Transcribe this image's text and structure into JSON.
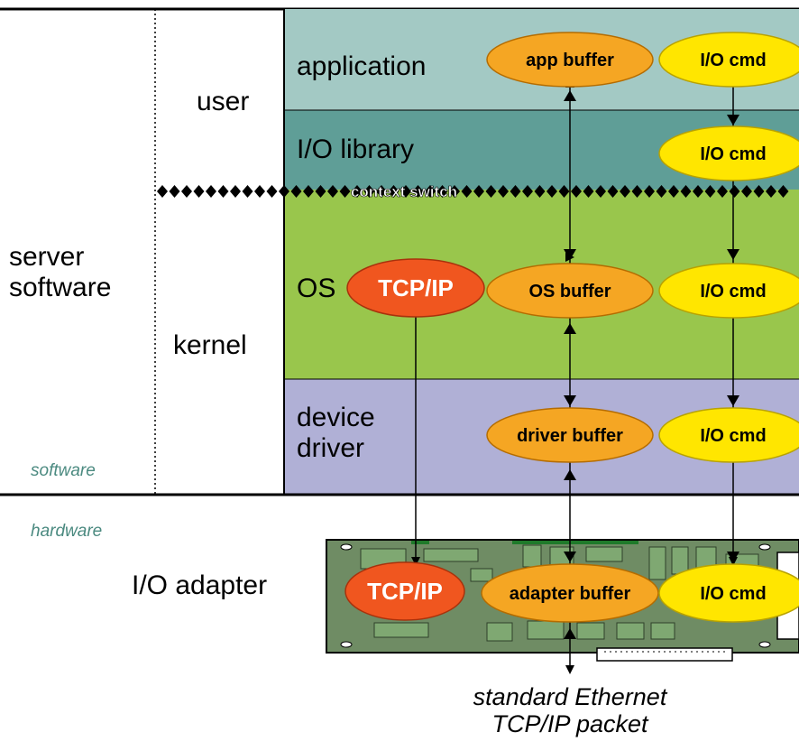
{
  "labels": {
    "server_software": "server\nsoftware",
    "user": "user",
    "kernel": "kernel",
    "software": "software",
    "hardware": "hardware",
    "io_adapter": "I/O adapter",
    "packet": "standard Ethernet\nTCP/IP packet"
  },
  "layers": {
    "application": "application",
    "io_library": "I/O library",
    "os": "OS",
    "device_driver": "device\ndriver"
  },
  "context_switch": "context switch",
  "ellipses": {
    "app_buffer": "app buffer",
    "io_cmd": "I/O cmd",
    "tcpip": "TCP/IP",
    "os_buffer": "OS buffer",
    "driver_buffer": "driver buffer",
    "adapter_buffer": "adapter buffer"
  },
  "colors": {
    "application_band": "#a3c9c4",
    "io_library_band": "#5f9e97",
    "os_band": "#99c64c",
    "driver_band": "#b0b0d6",
    "buffer_orange": "#f5a623",
    "cmd_yellow": "#ffe600",
    "tcpip_red": "#f0561f",
    "board_green": "#6f8c64",
    "hint_teal": "#4b8a80"
  }
}
